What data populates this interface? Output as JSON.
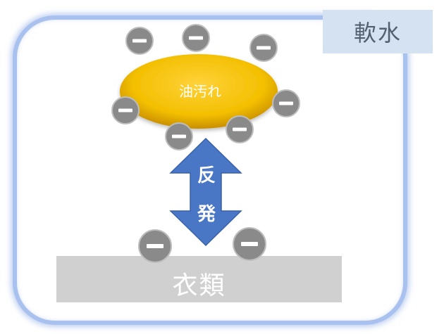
{
  "label_top_right": "軟水",
  "oil_label": "油汚れ",
  "arrow_chars": [
    "反",
    "発"
  ],
  "fabric_label": "衣類",
  "charge_symbol": "−",
  "colors": {
    "frame": "#a9c1ee",
    "tag_bg": "#d5e2f1",
    "oil": "#f3bf00",
    "arrow": "#4a76c6",
    "charge": "#8a8a8a",
    "fabric": "#d0d0d0"
  }
}
